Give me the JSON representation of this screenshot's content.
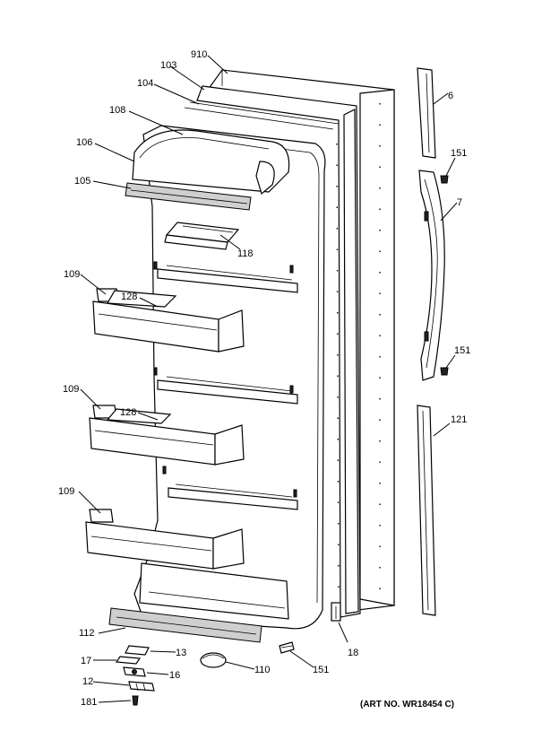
{
  "diagram": {
    "callouts": {
      "c910": "910",
      "c103": "103",
      "c104": "104",
      "c108": "108",
      "c106": "106",
      "c105": "105",
      "c118": "118",
      "c109a": "109",
      "c128a": "128",
      "c109b": "109",
      "c128b": "128",
      "c109c": "109",
      "c112": "112",
      "c13": "13",
      "c17": "17",
      "c16": "16",
      "c12": "12",
      "c181": "181",
      "c110": "110",
      "c151c": "151",
      "c18": "18",
      "c6": "6",
      "c151a": "151",
      "c7": "7",
      "c151b": "151",
      "c121": "121"
    },
    "art_number": "(ART NO. WR18454 C)"
  }
}
